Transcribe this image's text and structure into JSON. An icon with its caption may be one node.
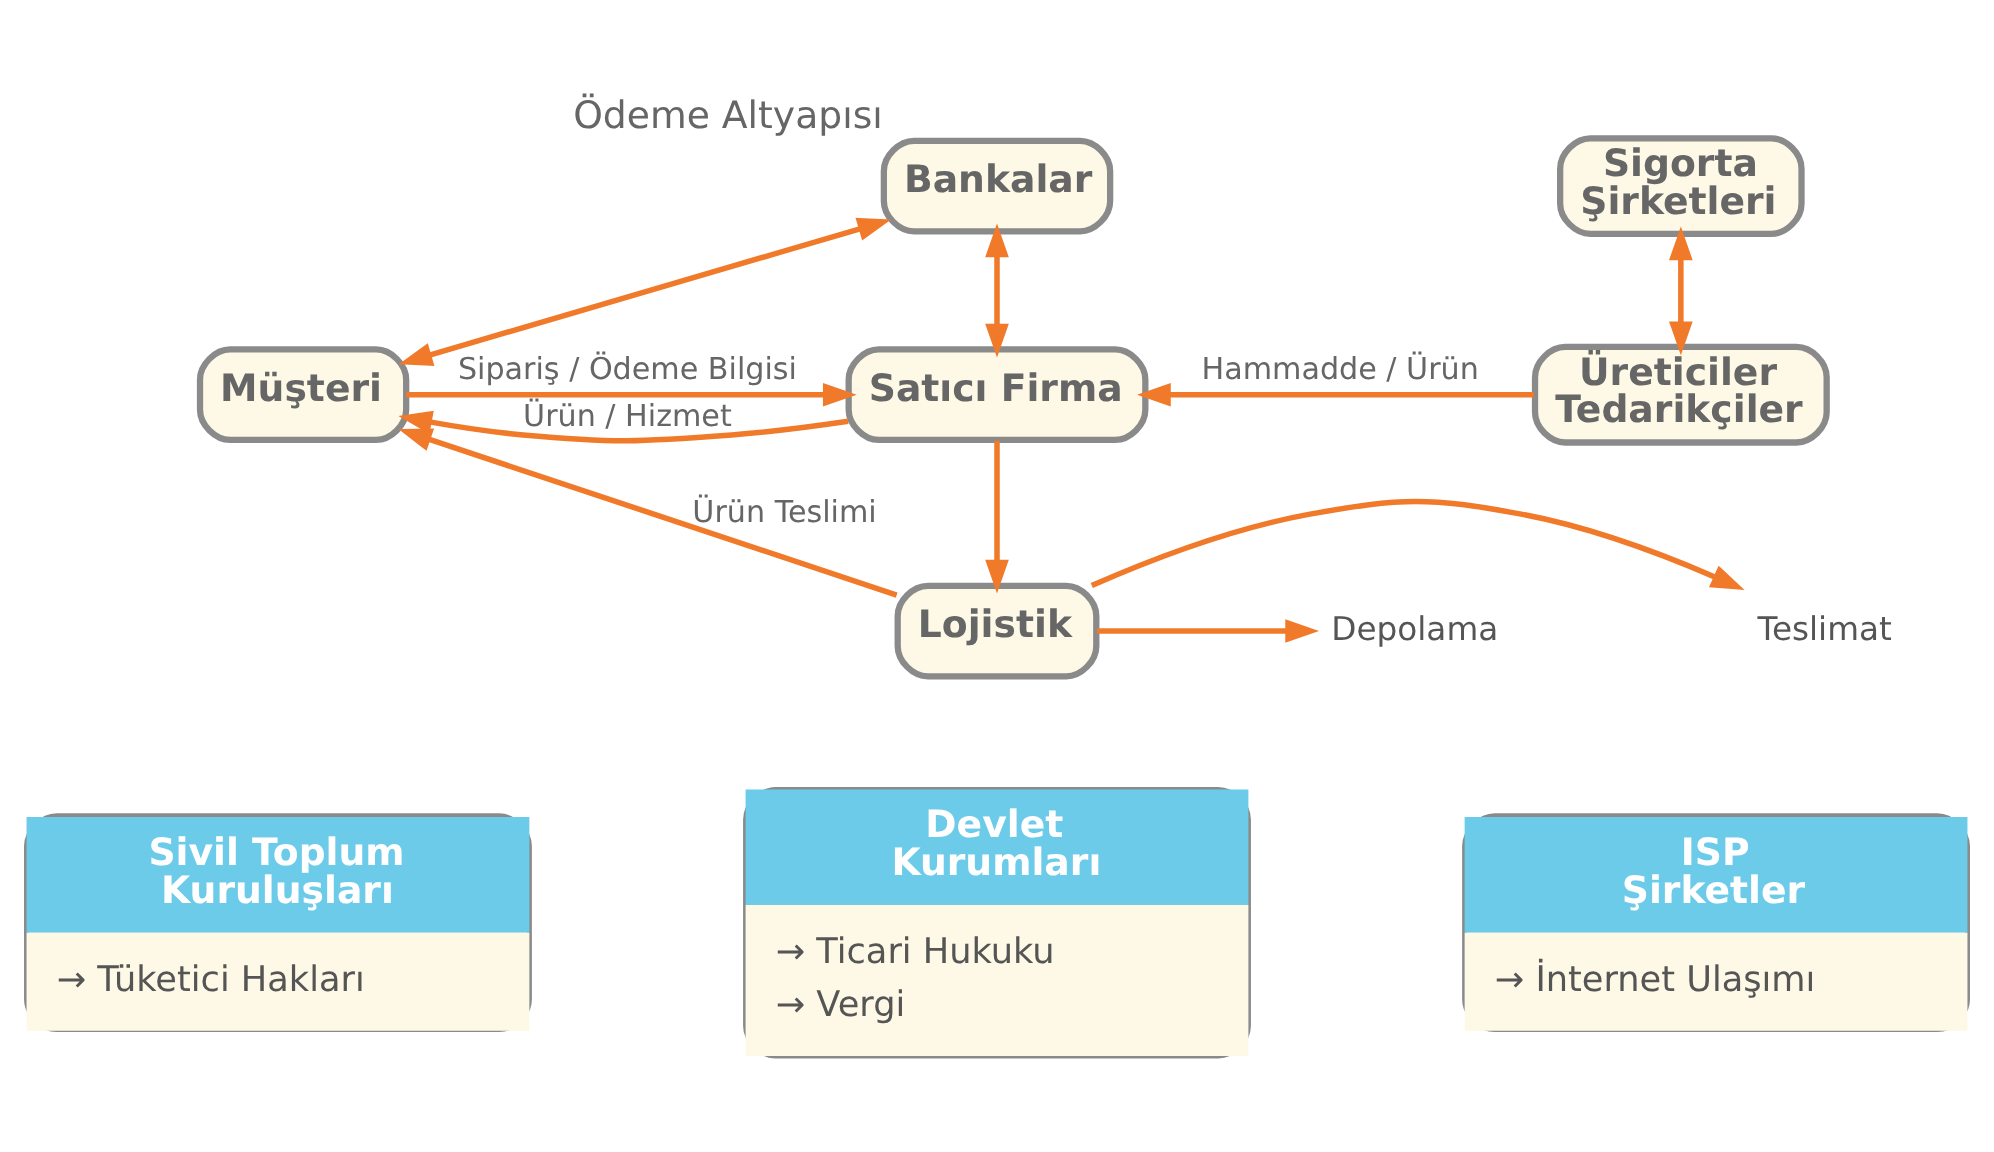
{
  "diagram": {
    "nodes": [
      {
        "text": [
          "Bankalar"
        ],
        "beside": [
          "Ödeme Altyapısı"
        ]
      },
      {
        "text": [
          "Sigorta Şirketleri"
        ]
      },
      {
        "text": [
          "Müşteri"
        ]
      },
      {
        "text": [
          "Satıcı Firma"
        ]
      },
      {
        "text": [
          "Üreticiler Tedarikçiler"
        ]
      },
      {
        "text": [
          "Lojistik"
        ]
      },
      {
        "text": [
          "Depolama"
        ]
      },
      {
        "text": [
          "Teslimat"
        ]
      },
      {
        "text": [
          "Sivil Toplum Kuruluşları",
          "→ Tüketici Hakları"
        ]
      },
      {
        "text": [
          "Devlet Kurumları",
          "→ Ticari Hukuku",
          "→ Vergi"
        ]
      },
      {
        "text": [
          "ISP Şirketler",
          "→ İnternet Ulaşımı"
        ]
      }
    ],
    "edges": [
      {
        "from": 2,
        "to": 0,
        "arrow": "both"
      },
      {
        "from": 0,
        "to": 3,
        "arrow": "both"
      },
      {
        "from": 1,
        "to": 4,
        "arrow": "both"
      },
      {
        "from": 3,
        "to": 2,
        "arrow": "to",
        "label": "Ürün / Hizmet"
      },
      {
        "from": 2,
        "to": 3,
        "arrow": "to",
        "label": "Sipariş / Ödeme Bilgisi"
      },
      {
        "from": 4,
        "to": 3,
        "arrow": "to",
        "label": "Hammadde / Ürün"
      },
      {
        "from": 3,
        "to": 5,
        "arrow": "to"
      },
      {
        "from": 5,
        "to": 2,
        "arrow": "to",
        "label": "Ürün Teslimi"
      },
      {
        "from": 5,
        "to": 6,
        "arrow": "to"
      },
      {
        "from": 5,
        "to": 7,
        "arrow": "to"
      }
    ]
  }
}
